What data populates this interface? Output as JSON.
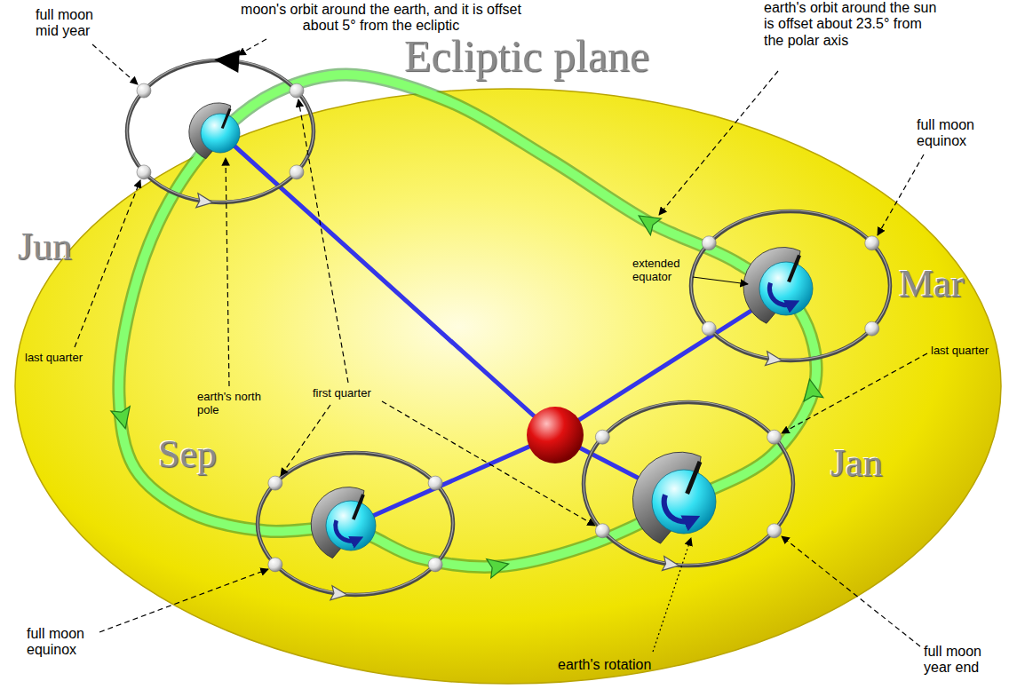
{
  "diagram": {
    "labels": [
      "full moon mid year",
      "moon's orbit around the earth, and it is offset about 5° from the ecliptic",
      "earth's orbit around the sun is offset about 23.5° from the polar axis",
      "Ecliptic plane",
      "full moon equinox",
      "Jun",
      "Mar",
      "extended equator",
      "last quarter",
      "earth's north pole",
      "first quarter",
      "last quarter",
      "Sep",
      "Jan",
      "full moon equinox",
      "earth's rotation",
      "full moon year end"
    ]
  }
}
